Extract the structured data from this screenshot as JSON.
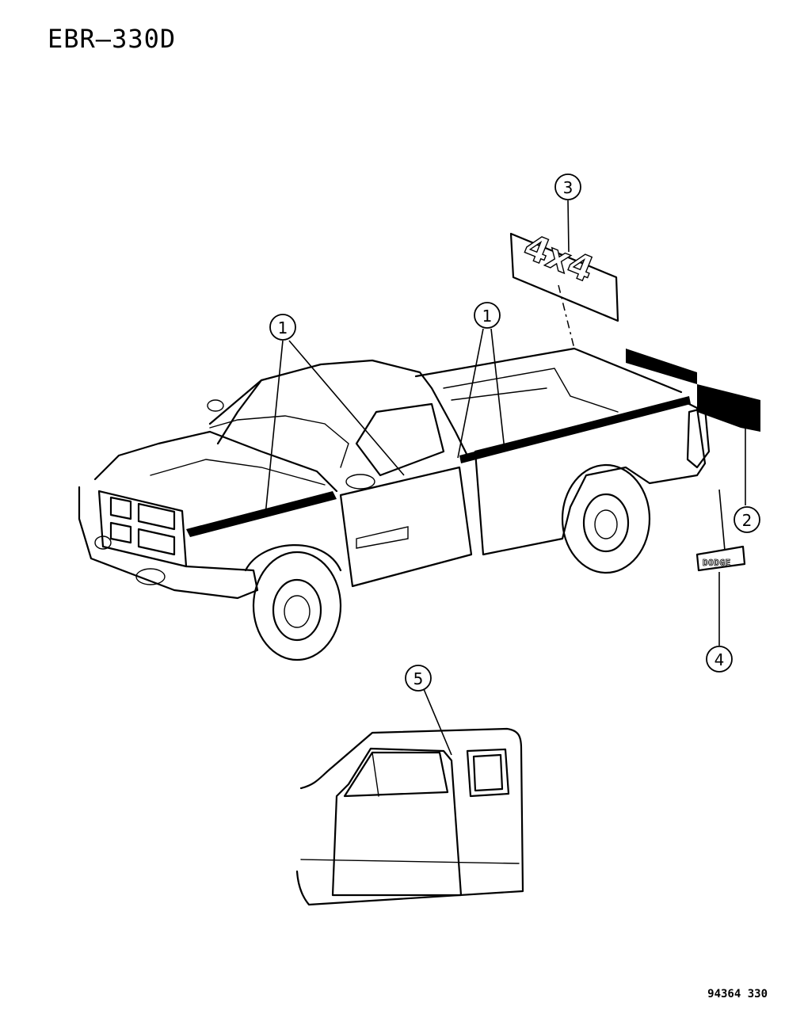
{
  "header": {
    "title": "EBR–330D"
  },
  "footer": {
    "code": "94364  330"
  },
  "callouts": [
    "1",
    "1",
    "2",
    "3",
    "4",
    "5"
  ],
  "badges": {
    "four_by_four": "4x4",
    "brand": "DODGE"
  }
}
